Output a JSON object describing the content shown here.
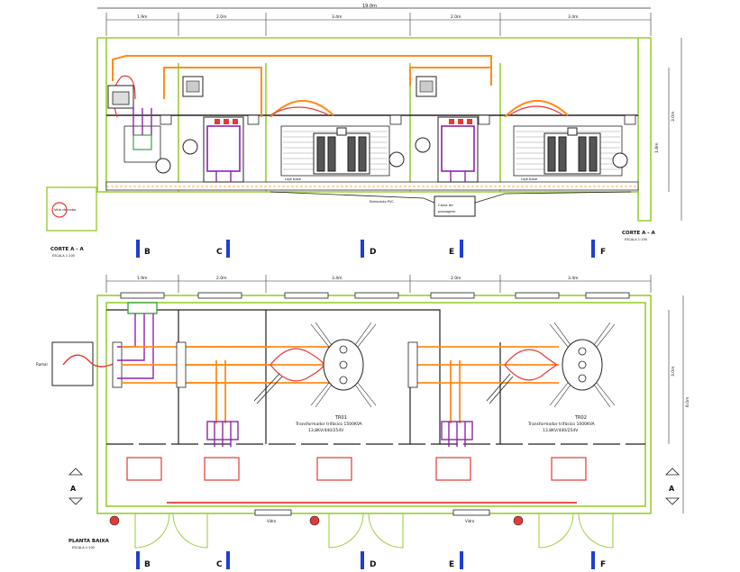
{
  "drawing": {
    "top_dimension": "19.0m",
    "top_bay_dims": [
      "1.9m",
      "2.0m",
      "3.4m",
      "2.0m",
      "3.4m"
    ],
    "bottom_bay_dims": [
      "1.9m",
      "2.0m",
      "3.4m",
      "2.0m",
      "3.4m"
    ],
    "section": {
      "title_left": "CORTE A - A",
      "scale_left": "ESCALA 1:100",
      "title_right": "CORTE A - A",
      "scale_right": "ESCALA 1:100",
      "pit_label": "Vala de cabo",
      "box_label_1": "Caixa de",
      "box_label_2": "passagem",
      "conduit_label": "Eletroduto PVC",
      "slab_label_1": "Laje base",
      "slab_label_2": "Laje base"
    },
    "plan": {
      "title": "PLANTA BAIXA",
      "scale": "ESCALA 1:100",
      "input_label": "Ramal",
      "right_dim": "6.0m",
      "right_dim_inner": "3.0m",
      "section_dim_right": "3.0m",
      "section_dim_right2": "1.8m",
      "tr1_tag": "TR01",
      "tr1_line1": "Transformador trifásico 1500KVA",
      "tr1_line2": "13,8KV/440/254V",
      "tr2_tag": "TR02",
      "tr2_line1": "Transformador trifásico 1000KVA",
      "tr2_line2": "13,8KV/440/254V",
      "vent_label_1": "Vidro",
      "vent_label_2": "Vidro"
    },
    "cut_markers_axis": [
      "B",
      "C",
      "D",
      "E",
      "F"
    ],
    "side_markers": [
      "A",
      "A"
    ],
    "colors": {
      "wall": "#9ACD32",
      "orange_bus": "#FF8C1A",
      "red_line": "#E53935",
      "purple": "#8E24AA",
      "blue_marker": "#1E3FD1",
      "line": "#222222"
    }
  }
}
